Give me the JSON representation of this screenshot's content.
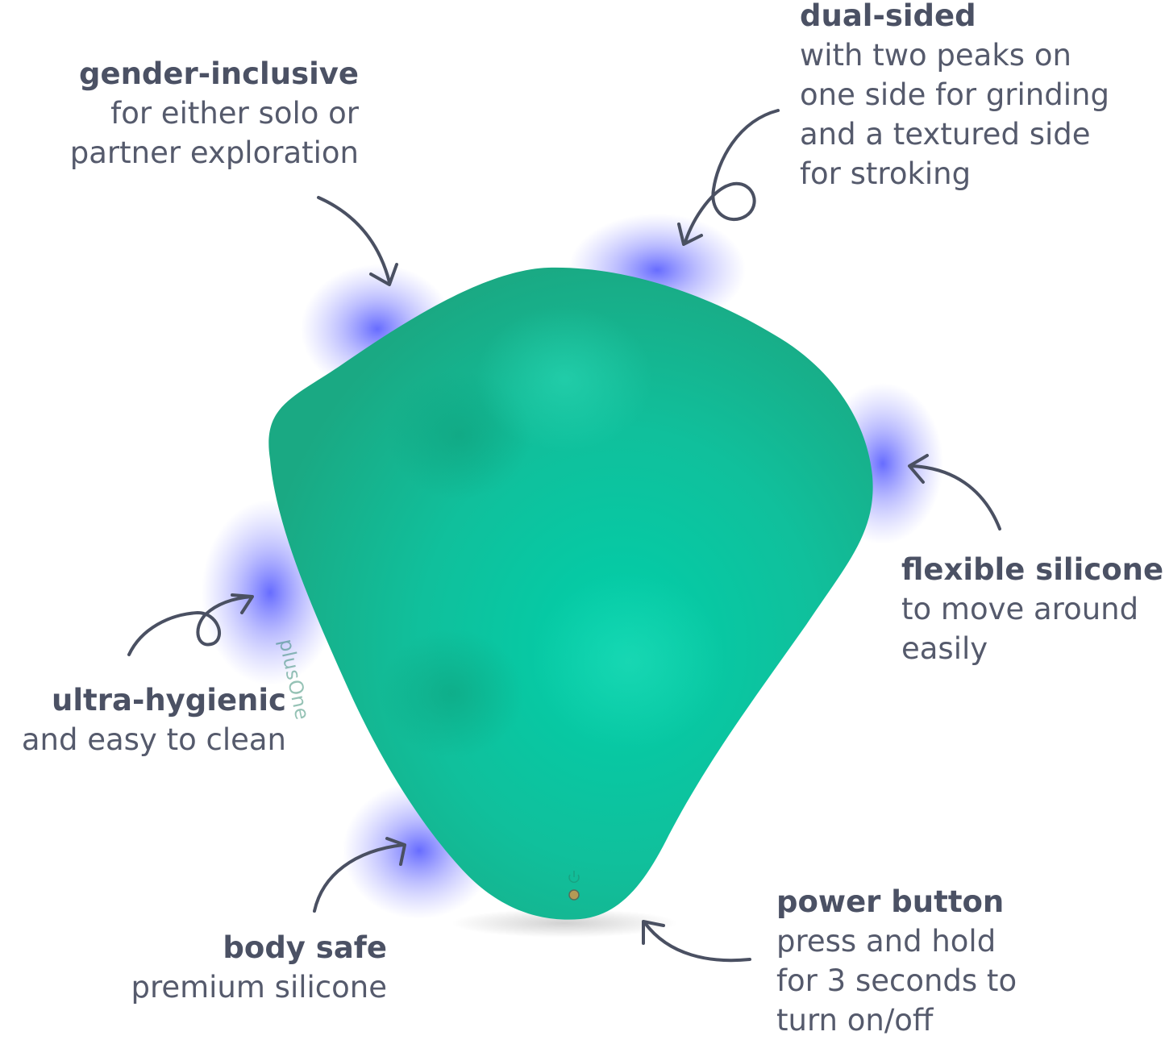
{
  "callouts": {
    "gender_inclusive": {
      "title": "gender-inclusive",
      "description": "for either solo or\npartner exploration"
    },
    "dual_sided": {
      "title": "dual-sided",
      "description": "with two peaks on\none side for grinding\nand a textured side\nfor stroking"
    },
    "flexible_silicone": {
      "title": "flexible silicone",
      "description": "to move around\neasily"
    },
    "ultra_hygienic": {
      "title": "ultra-hygienic",
      "description": "and easy to clean"
    },
    "body_safe": {
      "title": "body safe",
      "description": "premium silicone"
    },
    "power_button": {
      "title": "power button",
      "description": "press and hold\nfor 3 seconds to\nturn on/off"
    }
  },
  "product": {
    "brand_mark": "plusOne",
    "colors": {
      "body": "#1cb894",
      "highlight": "#00c9a7",
      "glow": "#5b5cff",
      "arrow": "#4a5062"
    }
  }
}
